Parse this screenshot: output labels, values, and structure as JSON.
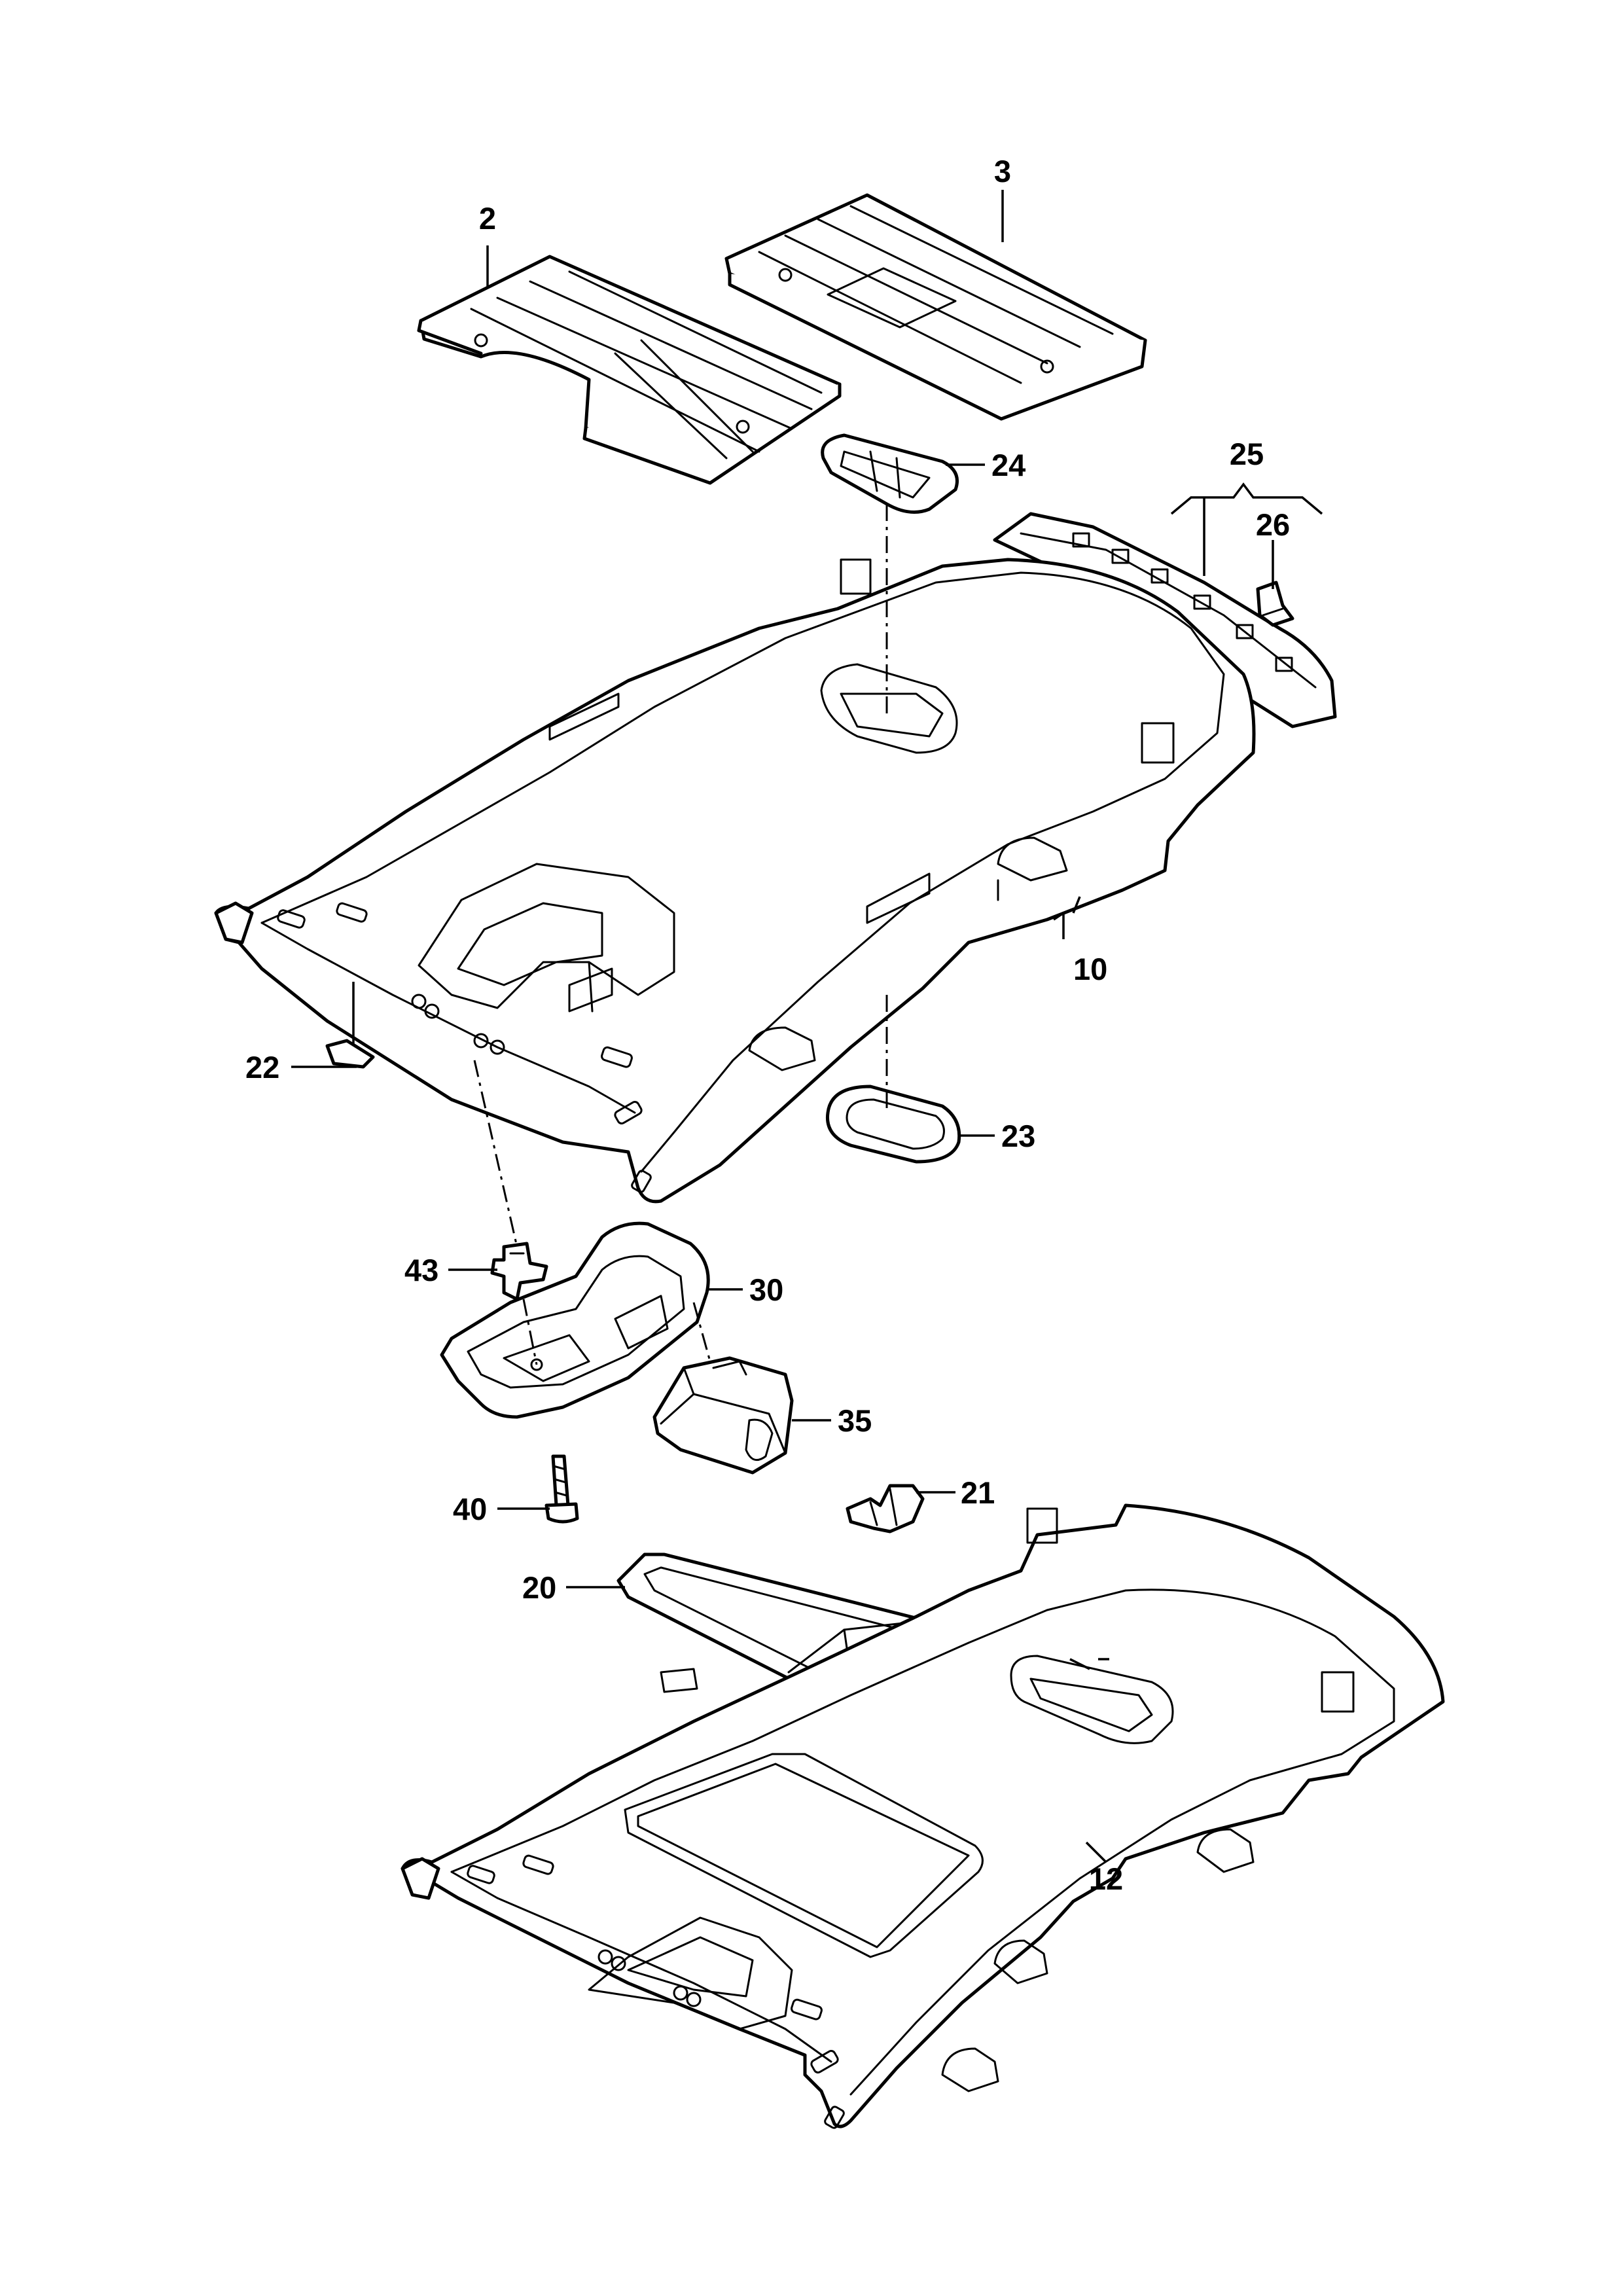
{
  "part_callouts": {
    "p2": "2",
    "p3": "3",
    "p10": "10",
    "p12": "12",
    "p20": "20",
    "p21": "21",
    "p22": "22",
    "p23": "23",
    "p24": "24",
    "p25": "25",
    "p26": "26",
    "p30": "30",
    "p35": "35",
    "p40": "40",
    "p43": "43"
  },
  "colors": {
    "line": "#000000",
    "background": "#ffffff"
  }
}
